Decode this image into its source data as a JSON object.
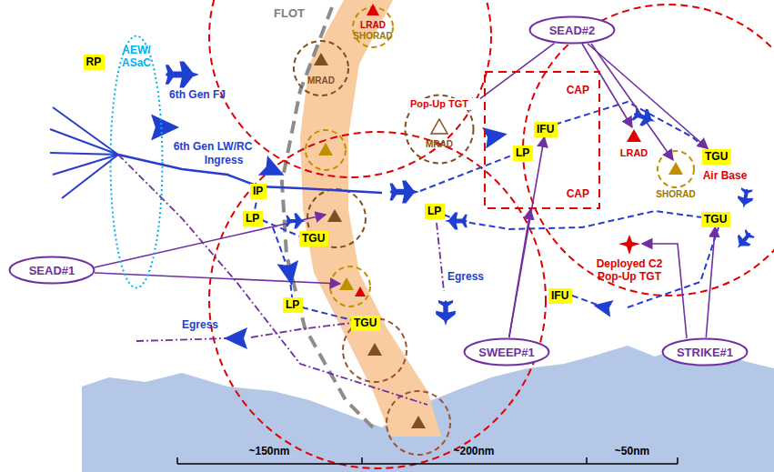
{
  "diagram": {
    "nodes": [
      {
        "text": [
          "AEW/ ASaC"
        ]
      },
      {
        "text": [
          "RP"
        ]
      },
      {
        "text": [
          "IP"
        ]
      },
      {
        "text": [
          "LP"
        ]
      },
      {
        "text": [
          "TGU"
        ]
      },
      {
        "text": [
          "LP"
        ]
      },
      {
        "text": [
          "TGU"
        ]
      },
      {
        "text": [
          "LP"
        ]
      },
      {
        "text": [
          "Pop-Up TGT",
          "MRAD"
        ]
      },
      {
        "text": [
          "CAP",
          "CAP"
        ]
      },
      {
        "text": [
          "LP"
        ],
        "in": 9
      },
      {
        "text": [
          "IFU"
        ],
        "in": 9
      },
      {
        "text": [
          "TGU"
        ]
      },
      {
        "text": [
          "TGU"
        ]
      },
      {
        "text": [
          "IFU"
        ]
      },
      {
        "text": [
          "SEAD#1"
        ]
      },
      {
        "text": [
          "SEAD#2"
        ]
      },
      {
        "text": [
          "SWEEP#1"
        ]
      },
      {
        "text": [
          "STRIKE#1"
        ]
      }
    ],
    "edges": [
      {
        "from": 17,
        "to": 9,
        "arrow": "to"
      },
      {
        "from": 17,
        "to": 11,
        "arrow": "to"
      },
      {
        "from": 16,
        "to": 8,
        "arrow": "to"
      },
      {
        "from": 16,
        "to": 12,
        "arrow": "to"
      },
      {
        "from": 18,
        "to": 13,
        "arrow": "to"
      }
    ],
    "labels": [
      "FLOT",
      "LRAD",
      "SHORAD",
      "MRAD",
      "6th Gen FJ",
      "6th Gen LW/RC",
      "Ingress",
      "Egress",
      "Egress",
      "LRAD",
      "SHORAD",
      "Air Base",
      "Deployed C2 Pop-Up TGT",
      "~150nm",
      "~200nm",
      "~50nm"
    ]
  }
}
